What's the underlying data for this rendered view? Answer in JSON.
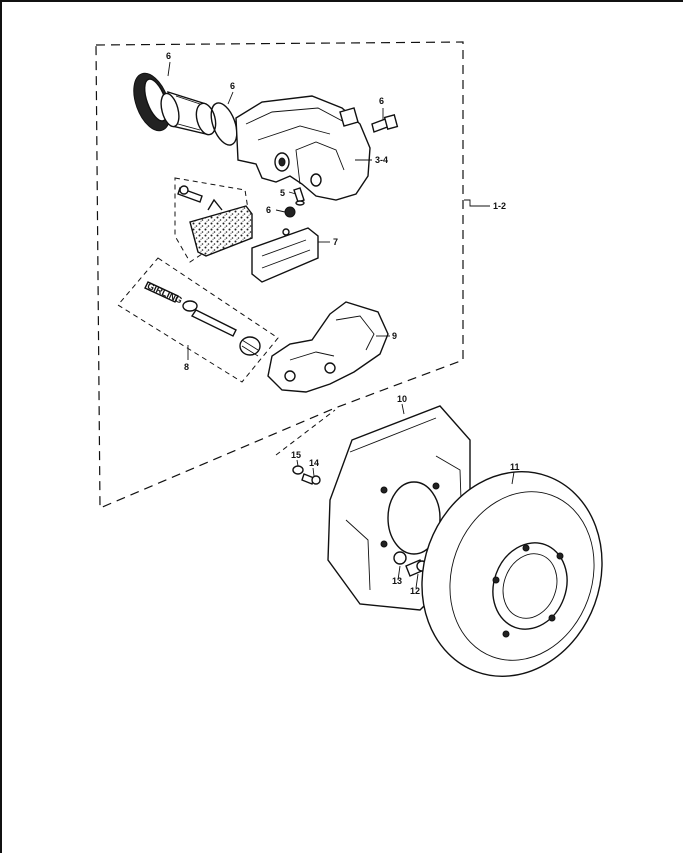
{
  "callouts": {
    "c1_2": "1-2",
    "c3_4": "3-4",
    "c5": "5",
    "c6a": "6",
    "c6b": "6",
    "c6c": "6",
    "c6d": "6",
    "c7": "7",
    "c8": "8",
    "c9": "9",
    "c10": "10",
    "c11": "11",
    "c12": "12",
    "c13": "13",
    "c14": "14",
    "c15": "15"
  },
  "pad_imprint": "GIRLING"
}
